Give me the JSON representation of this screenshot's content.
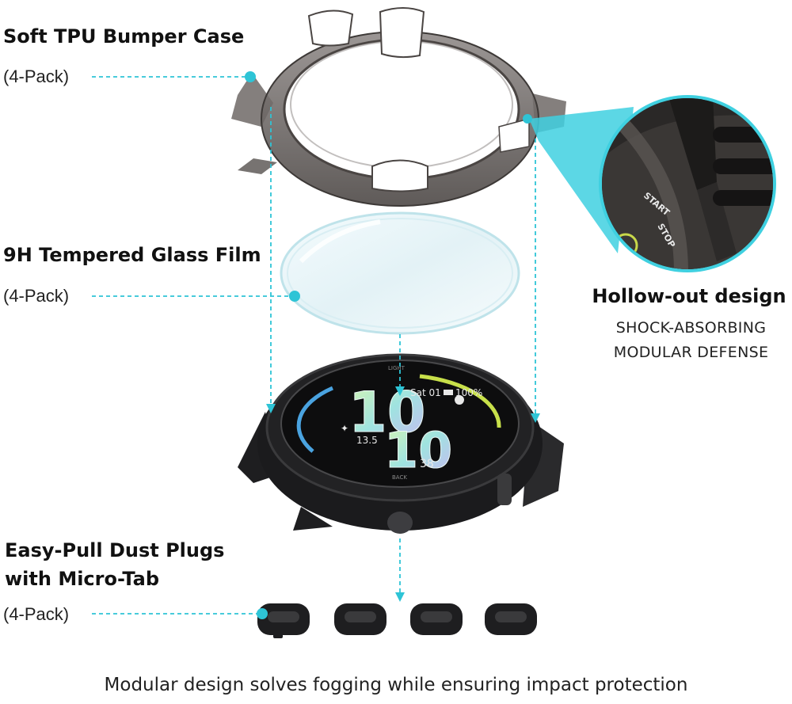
{
  "labels": {
    "bumper": {
      "title": "Soft TPU Bumper Case",
      "pack": "(4-Pack)"
    },
    "glass": {
      "title": "9H Tempered Glass Film",
      "pack": "(4-Pack)"
    },
    "plugs": {
      "title_line1": "Easy-Pull Dust Plugs",
      "title_line2": "with Micro-Tab",
      "pack": "(4-Pack)"
    }
  },
  "hollow": {
    "title": "Hollow-out design",
    "line1": "SHOCK-ABSORBING",
    "line2": "MODULAR DEFENSE"
  },
  "watch_face": {
    "date": "Sat 01",
    "battery": "100%",
    "time": "10",
    "time_hour": "10",
    "seconds": "38",
    "steps": "13.5",
    "bezel_light": "LIGHT",
    "bezel_back": "BACK",
    "bezel_start": "START",
    "bezel_stop": "STOP"
  },
  "caption": "Modular design solves fogging while ensuring impact protection",
  "colors": {
    "accent": "#2ec4d6",
    "watch_body": "#1b1b1d",
    "case_tint": "#6b6664"
  }
}
